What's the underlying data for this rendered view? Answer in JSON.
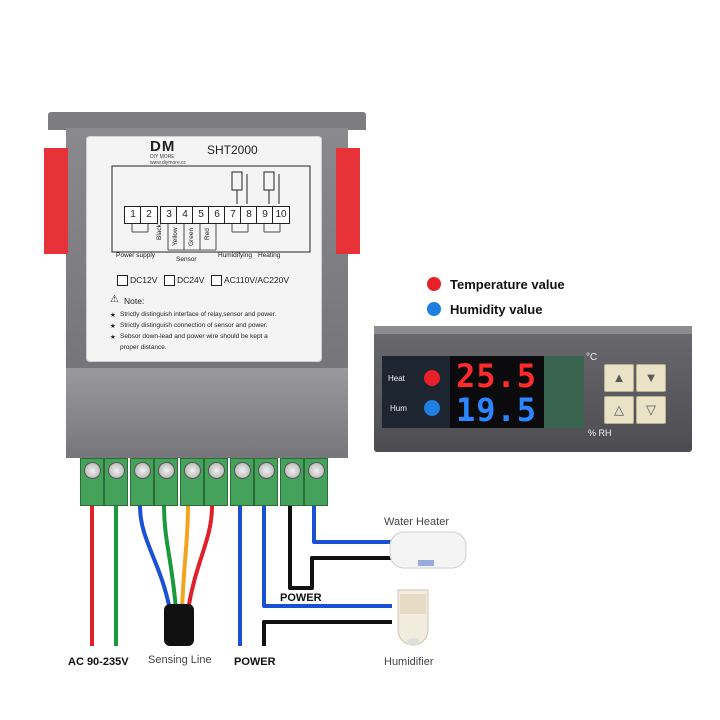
{
  "controller_label": {
    "logo": "DM",
    "logo_sub": "DIY MORE",
    "logo_url": "www.diymore.cc",
    "model": "SHT2000",
    "terminals": [
      "1",
      "2",
      "3",
      "4",
      "5",
      "6",
      "7",
      "8",
      "9",
      "10"
    ],
    "wire_tags": [
      "Black",
      "Yellow",
      "Green",
      "Red"
    ],
    "group_labels": {
      "power_supply": "Power supply",
      "sensor": "Sensor",
      "humidifying": "Humidifying",
      "heating": "Heating"
    },
    "voltage_options": [
      "DC12V",
      "DC24V",
      "AC110V/AC220V"
    ],
    "note_title": "Note:",
    "notes": [
      "Strictly distinguish interface of relay,sensor and power.",
      "Strictly distinguish connection of sensor and power.",
      "Sebsor down-lead and power wire should be kept a",
      "proper distance."
    ]
  },
  "legend": {
    "temperature": "Temperature value",
    "humidity": "Humidity value",
    "temperature_color": "#e8202a",
    "humidity_color": "#1e7fe0"
  },
  "display": {
    "heat_label": "Heat",
    "hum_label": "Hum",
    "temperature": "25.5",
    "humidity": "19.5",
    "temp_unit": "°C",
    "hum_unit": "% RH",
    "temp_color": "#ff2b2b",
    "hum_color": "#2b86ff",
    "buttons": [
      "up-arrow-icon",
      "down-arrow-icon",
      "up-outline-arrow-icon",
      "down-outline-arrow-icon"
    ]
  },
  "wiring": {
    "power_left": "AC 90-235V",
    "sensing": "Sensing Line",
    "power_mid": "POWER",
    "power_relay": "POWER",
    "water_heater": "Water Heater",
    "humidifier": "Humidifier",
    "wire_colors": {
      "red": "#e0202a",
      "green": "#1a9a3a",
      "blue": "#1a4fd6",
      "orange": "#f3a320",
      "black": "#111111"
    }
  }
}
